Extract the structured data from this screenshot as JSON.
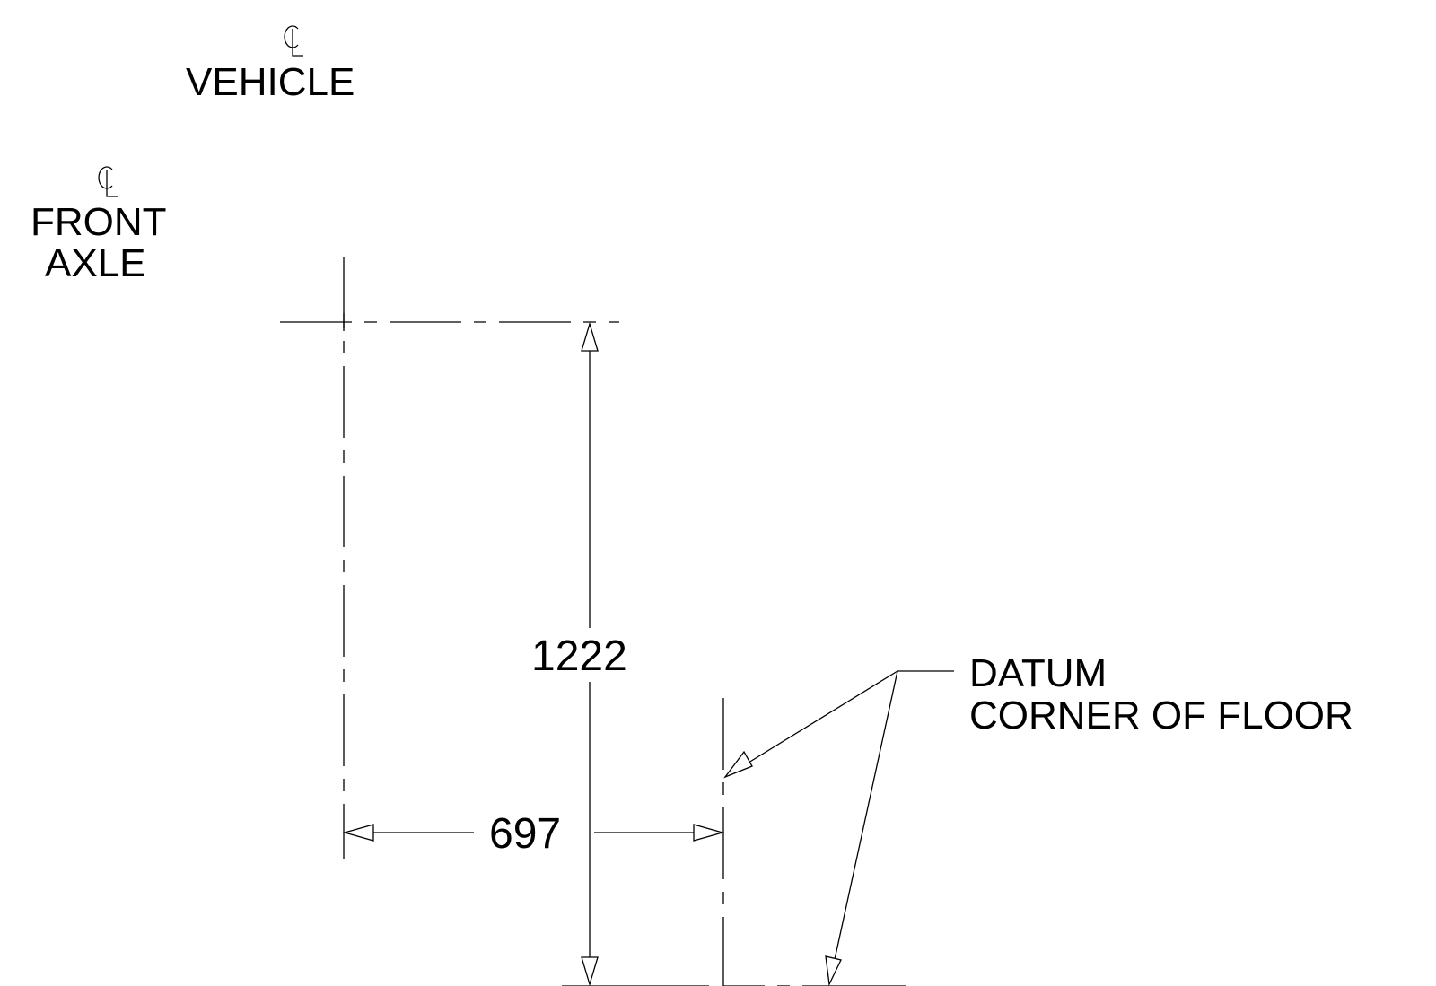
{
  "labels": {
    "vehicle": "VEHICLE",
    "front_axle_line1": "FRONT",
    "front_axle_line2": "AXLE",
    "datum_line1": "DATUM",
    "datum_line2": "CORNER OF FLOOR"
  },
  "dimensions": {
    "vertical": "1222",
    "horizontal": "697"
  },
  "symbols": {
    "centerline": "centerline-symbol"
  },
  "colors": {
    "ink": "#000000",
    "background": "#ffffff"
  }
}
